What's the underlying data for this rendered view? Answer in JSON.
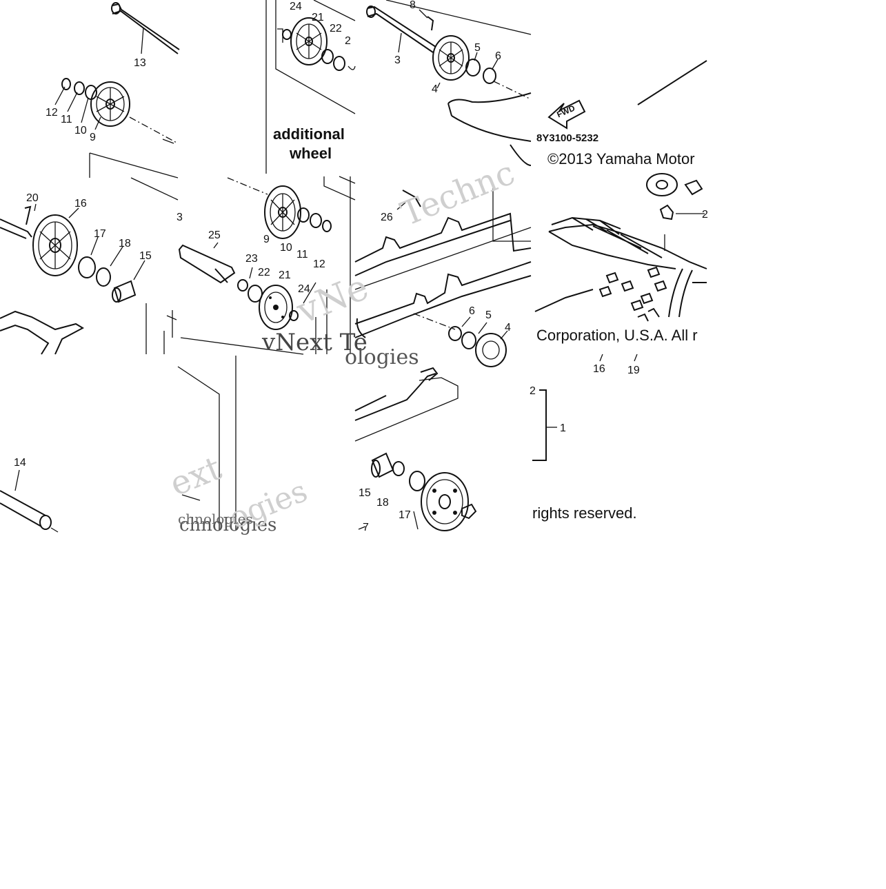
{
  "diagram": {
    "caption_additional": "additional",
    "caption_wheel": "wheel",
    "part_code": "8Y3100-5232",
    "copyright_a": "©2013 Yamaha Motor",
    "copyright_b": "Corporation, U.S.A. All r",
    "copyright_c": "rights reserved.",
    "fwd_label": "FWD",
    "watermark_texts": [
      "Technc",
      "vNext Te",
      "ologies",
      "vNe",
      "ext",
      "chnologies",
      "chnologies",
      "ogies"
    ],
    "callouts": [
      "13",
      "12",
      "11",
      "10",
      "9",
      "24",
      "21",
      "22",
      "2",
      "8",
      "3",
      "4",
      "5",
      "6",
      "20",
      "16",
      "17",
      "18",
      "15",
      "3",
      "25",
      "23",
      "22",
      "21",
      "24",
      "9",
      "10",
      "11",
      "12",
      "26",
      "6",
      "5",
      "4",
      "2",
      "16",
      "19",
      "2",
      "1",
      "14",
      "15",
      "18",
      "17",
      "7"
    ]
  }
}
